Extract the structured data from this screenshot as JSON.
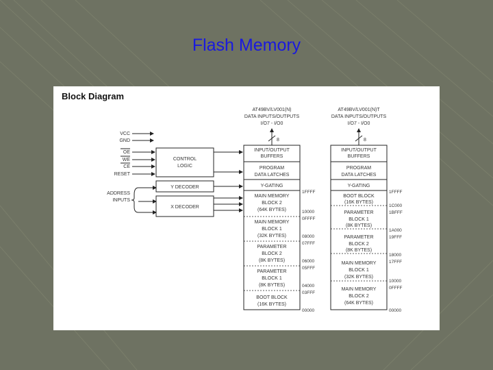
{
  "slide": {
    "title": "Flash Memory"
  },
  "diagram": {
    "heading": "Block Diagram",
    "left_header": [
      "AT49BV/LV001(N)",
      "DATA INPUTS/OUTPUTS",
      "I/O7 - I/O0"
    ],
    "right_header": [
      "AT49BV/LV001(N)T",
      "DATA INPUTS/OUTPUTS",
      "I/O7 - I/O0"
    ],
    "bus_width": "8",
    "signals": [
      "VCC",
      "GND",
      "OE",
      "WE",
      "CE",
      "RESET"
    ],
    "address_label": [
      "ADDRESS",
      "INPUTS"
    ],
    "control_logic": [
      "CONTROL",
      "LOGIC"
    ],
    "y_decoder": "Y DECODER",
    "x_decoder": "X DECODER",
    "left_column": {
      "io_buffers": [
        "INPUT/OUTPUT",
        "BUFFERS"
      ],
      "program_latches": [
        "PROGRAM",
        "DATA LATCHES"
      ],
      "y_gating": "Y-GATING",
      "blocks": [
        [
          "MAIN MEMORY",
          "BLOCK 2",
          "(64K BYTES)"
        ],
        [
          "MAIN MEMORY",
          "BLOCK 1",
          "(32K BYTES)"
        ],
        [
          "PARAMETER",
          "BLOCK 2",
          "(8K BYTES)"
        ],
        [
          "PARAMETER",
          "BLOCK 1",
          "(8K BYTES)"
        ],
        [
          "BOOT BLOCK",
          "(16K BYTES)"
        ]
      ],
      "addresses": [
        "1FFFF",
        "10000",
        "0FFFF",
        "08000",
        "07FFF",
        "06000",
        "05FFF",
        "04000",
        "03FFF",
        "00000"
      ]
    },
    "right_column": {
      "io_buffers": [
        "INPUT/OUTPUT",
        "BUFFERS"
      ],
      "program_latches": [
        "PROGRAM",
        "DATA LATCHES"
      ],
      "y_gating": "Y-GATING",
      "blocks": [
        [
          "BOOT BLOCK",
          "(16K BYTES)"
        ],
        [
          "PARAMETER",
          "BLOCK 1",
          "(8K BYTES)"
        ],
        [
          "PARAMETER",
          "BLOCK 2",
          "(8K BYTES)"
        ],
        [
          "MAIN MEMORY",
          "BLOCK 1",
          "(32K BYTES)"
        ],
        [
          "MAIN MEMORY",
          "BLOCK 2",
          "(64K BYTES)"
        ]
      ],
      "addresses": [
        "1FFFF",
        "1C000",
        "1BFFF",
        "1A000",
        "19FFF",
        "18000",
        "17FFF",
        "10000",
        "0FFFF",
        "00000"
      ]
    }
  }
}
